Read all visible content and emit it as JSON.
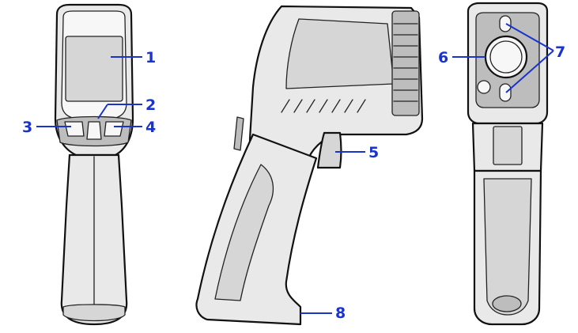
{
  "colors": {
    "callout": "#1a33cc",
    "outline": "#111111",
    "body": "#e9e9e9",
    "shade": "#d6d6d6"
  },
  "callouts": {
    "c1": "1",
    "c2": "2",
    "c3": "3",
    "c4": "4",
    "c5": "5",
    "c6": "6",
    "c7": "7",
    "c8": "8"
  }
}
